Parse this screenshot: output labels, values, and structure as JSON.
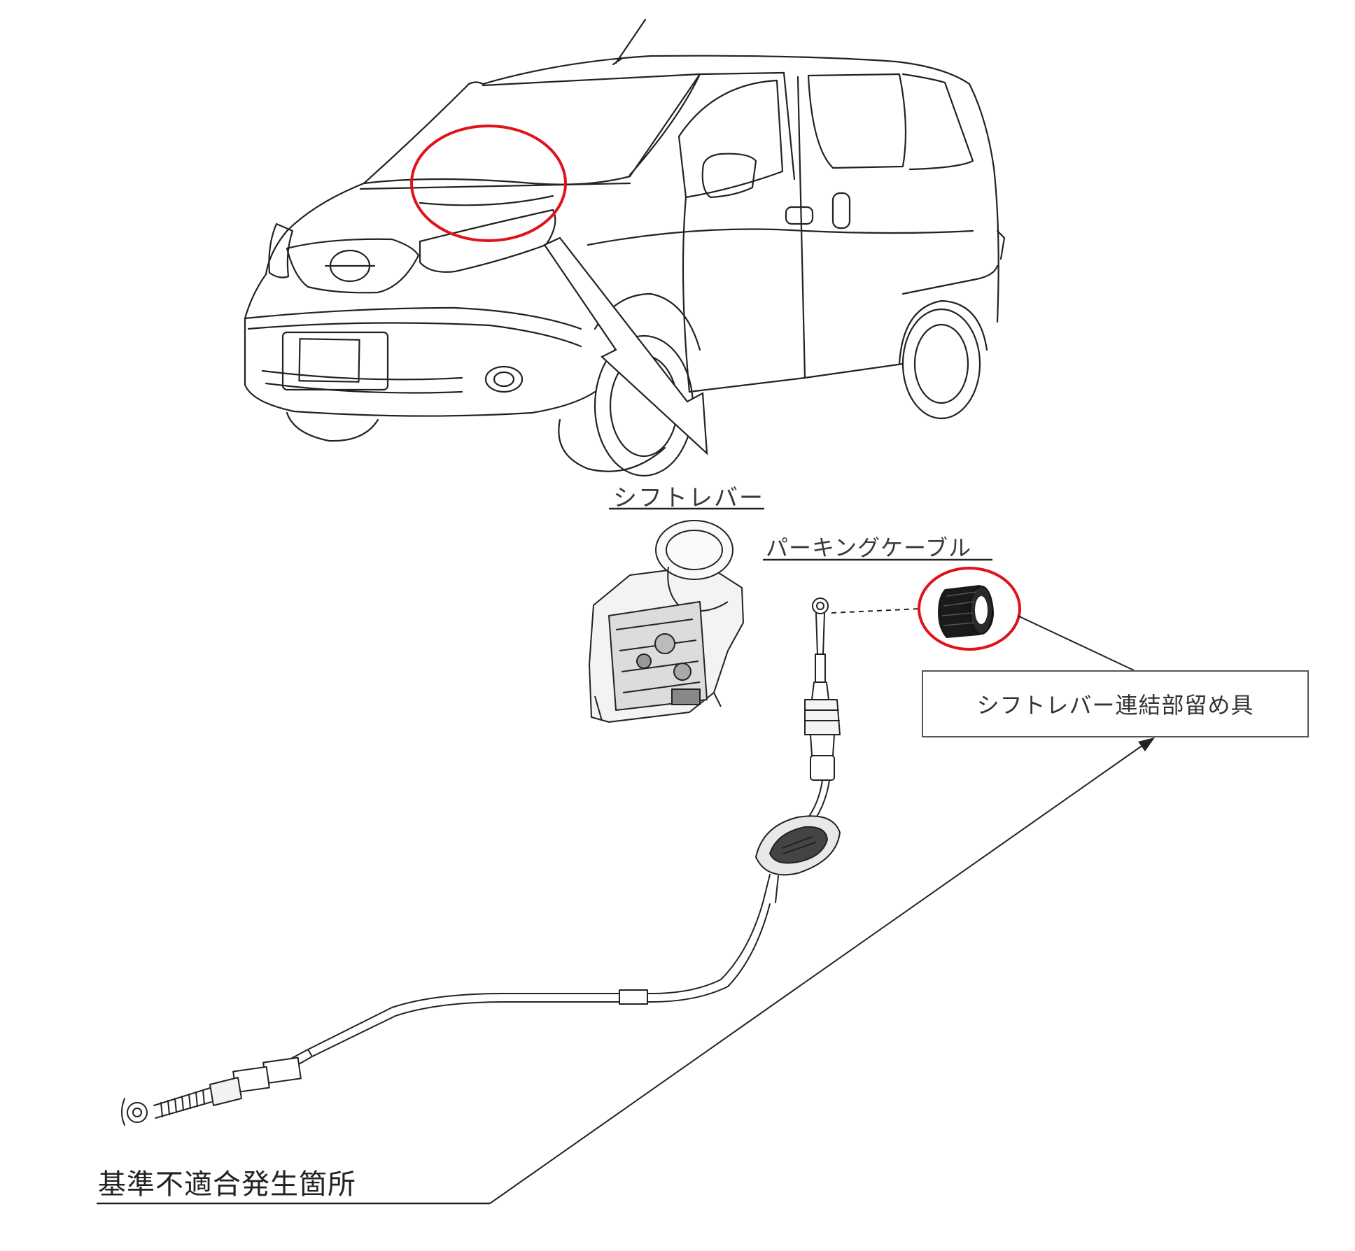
{
  "labels": {
    "shift_lever": "シフトレバー",
    "parking_cable": "パーキングケーブル",
    "fastener": "シフトレバー連結部留め具",
    "nonconformity_location": "基準不適合発生箇所"
  },
  "colors": {
    "highlight_circle": "#e0121b",
    "line_art": "#222222",
    "fastener_part": "#1a1a1a"
  }
}
